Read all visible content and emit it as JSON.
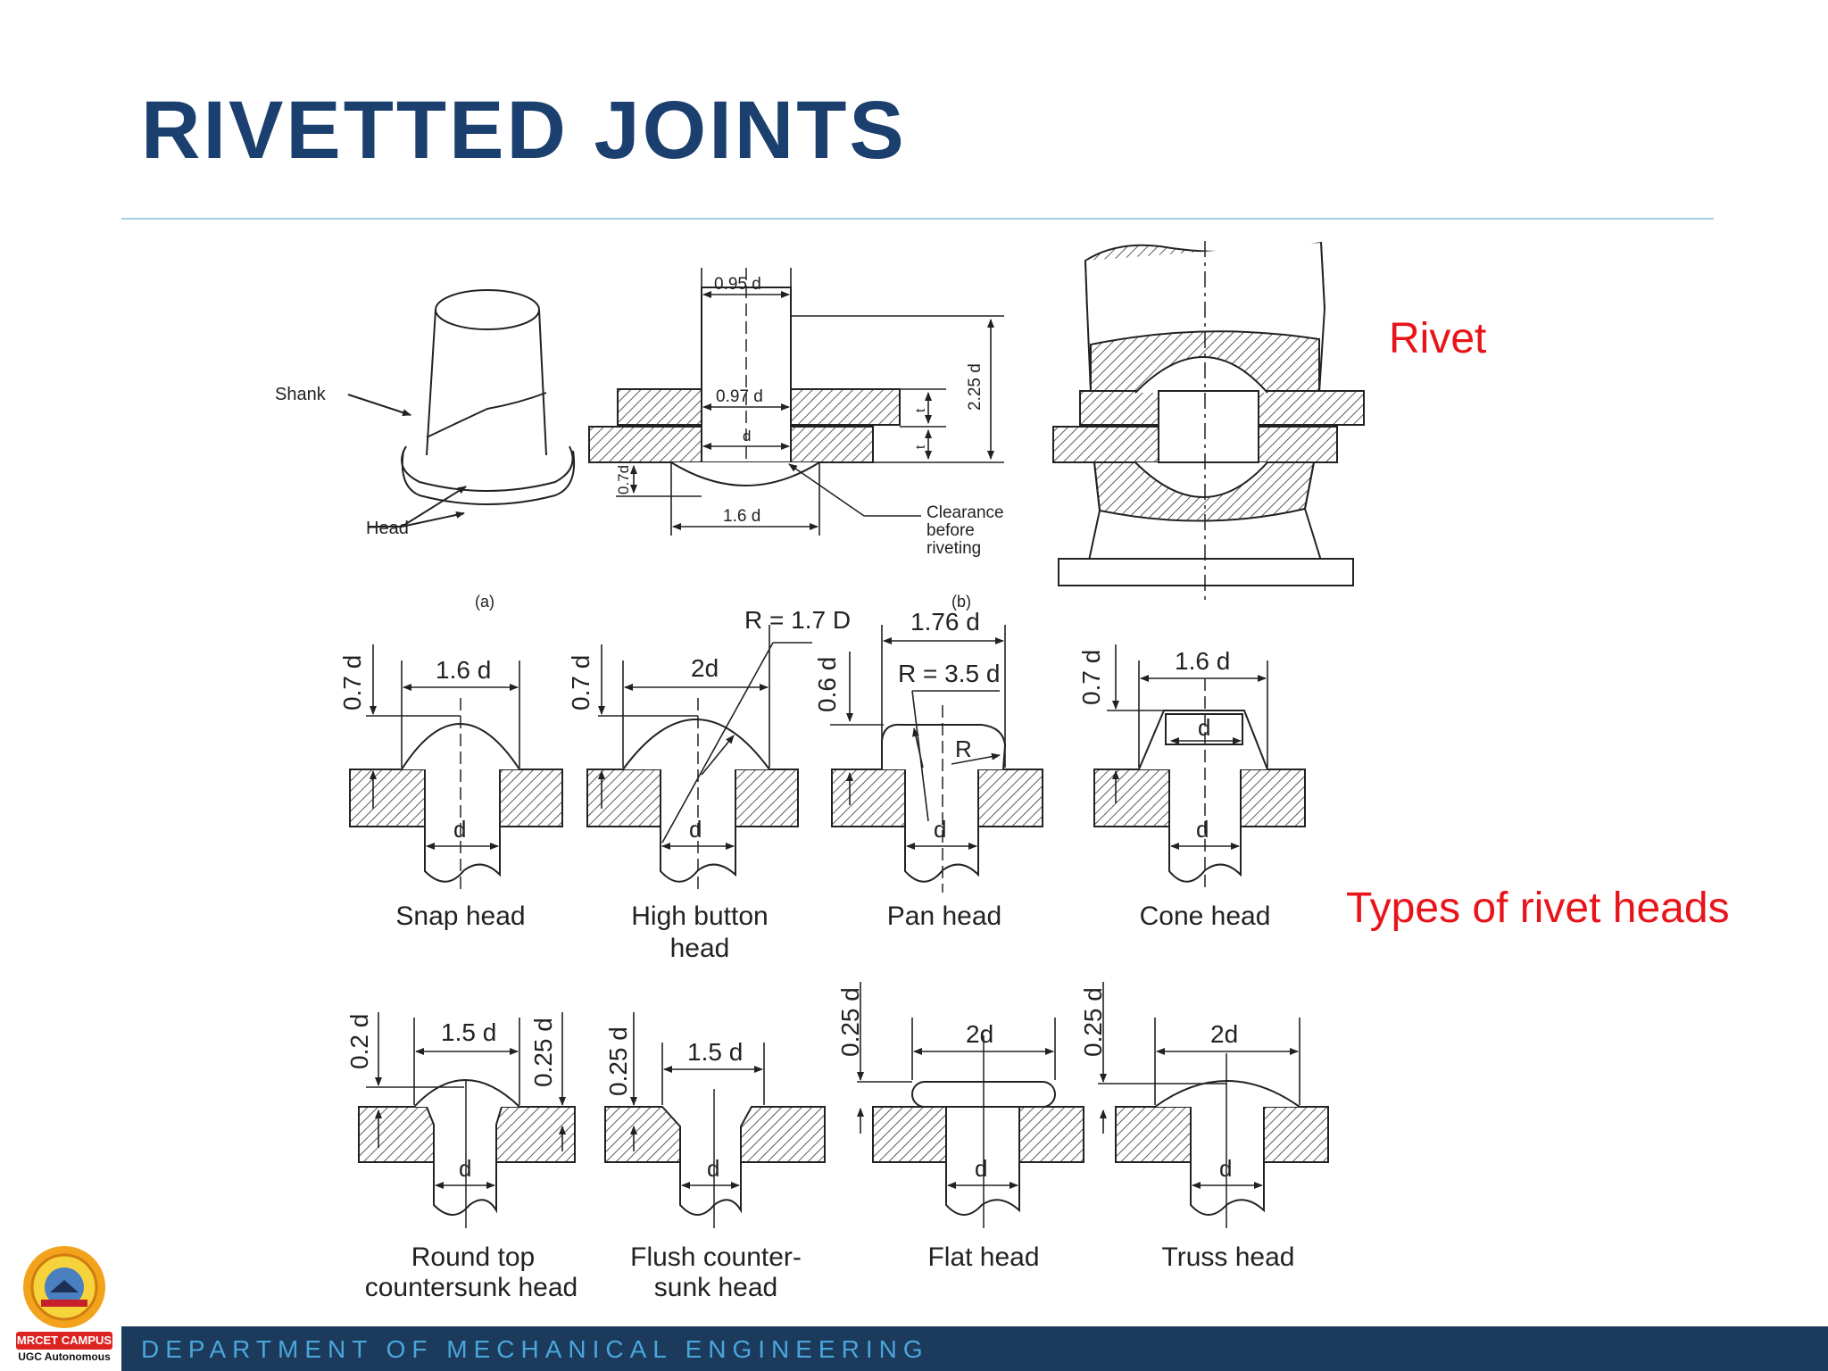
{
  "title": "RIVETTED JOINTS",
  "labels": {
    "rivet": "Rivet",
    "types": "Types of rivet  heads"
  },
  "footer": {
    "department": "DEPARTMENT OF MECHANICAL ENGINEERING"
  },
  "logo": {
    "campus": "MRCET CAMPUS",
    "status": "UGC Autonomous"
  },
  "rivet_figure": {
    "shank": "Shank",
    "head": "Head",
    "fig_a": "(a)",
    "fig_b": "(b)",
    "dim_095": "0.95 d",
    "dim_097": "0.97 d",
    "dim_d": "d",
    "dim_225": "2.25 d",
    "dim_t": "t",
    "dim_07": "0.7d",
    "dim_16": "1.6 d",
    "clearance": "Clearance",
    "before": "before",
    "riveting": "riveting"
  },
  "heads_row1": [
    {
      "caption1": "Snap head",
      "caption2": "",
      "width_dim": "1.6 d",
      "height_dim": "0.7 d"
    },
    {
      "caption1": "High button",
      "caption2": "head",
      "width_dim": "2d",
      "height_dim": "0.7 d"
    },
    {
      "caption1": "Pan head",
      "caption2": "",
      "width_dim": "1.76 d",
      "height_dim": "0.6 d"
    },
    {
      "caption1": "Cone head",
      "caption2": "",
      "width_dim": "1.6 d",
      "height_dim": "0.7 d"
    }
  ],
  "heads_row2": [
    {
      "caption1": "Round top",
      "caption2": "countersunk head",
      "width_dim": "1.5 d",
      "height_dim": "0.2 d",
      "height_dim2": "0.25 d"
    },
    {
      "caption1": "Flush counter-",
      "caption2": "sunk head",
      "width_dim": "1.5 d",
      "height_dim": "0.25 d"
    },
    {
      "caption1": "Flat head",
      "caption2": "",
      "width_dim": "2d",
      "height_dim": "0.25 d"
    },
    {
      "caption1": "Truss head",
      "caption2": "",
      "width_dim": "2d",
      "height_dim": "0.25 d"
    }
  ],
  "extra_dims": {
    "r17": "R = 1.7 D",
    "r35": "R = 3.5 d",
    "r": "R",
    "d": "d"
  }
}
